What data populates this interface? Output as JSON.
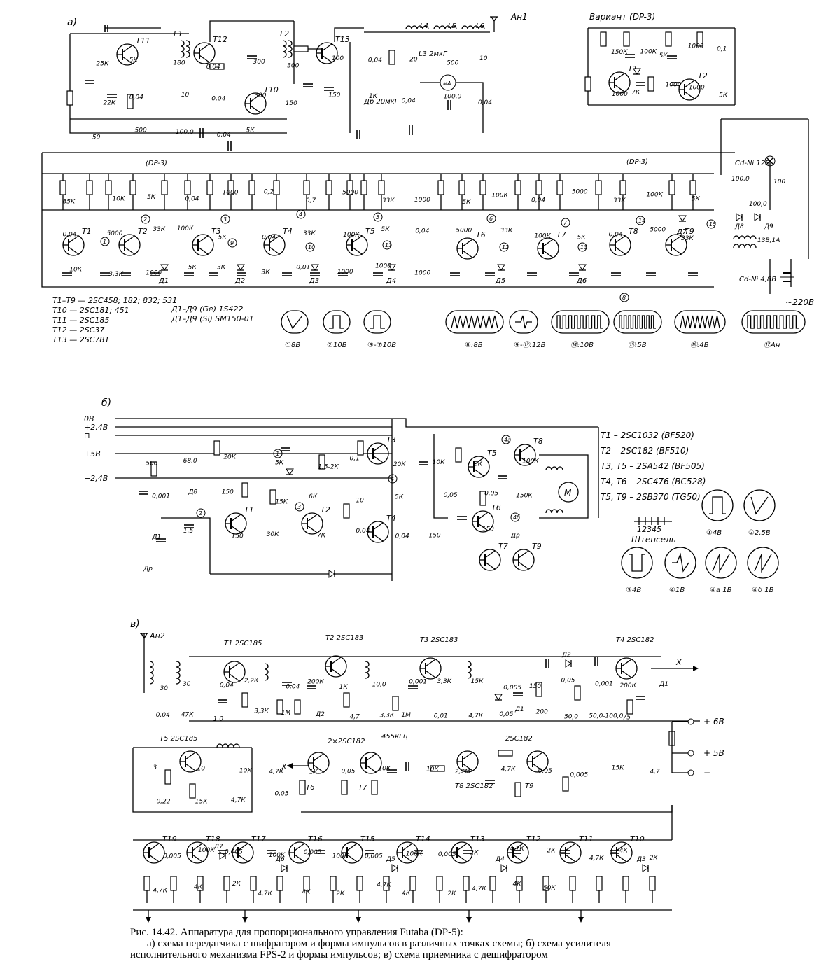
{
  "section_a": {
    "marker": "а)",
    "antenna": "Ан1",
    "variant": "Вариант (DP-3)",
    "dp3_a": "(DP-3)",
    "dp3_b": "(DP-3)",
    "transistors_rf": [
      "T11",
      "T12",
      "T10",
      "T13"
    ],
    "coils": [
      "L1",
      "L2",
      "L3 2мкГ",
      "L4",
      "L5",
      "L6",
      "Др 20мкГ"
    ],
    "labels": [
      "25К",
      "5К",
      "180",
      "0,04",
      "300",
      "300",
      "100",
      "0,04",
      "20",
      "500",
      "10",
      "22К",
      "0,04",
      "10",
      "0,04",
      "300",
      "150",
      "150",
      "1К",
      "0,04",
      "100,0",
      "0,04",
      "50",
      "500",
      "100,0",
      "0,04",
      "5К",
      "150К",
      "100К",
      "5К",
      "1000",
      "0,1",
      "1000",
      "7К",
      "1000",
      "1000",
      "5К",
      "85К",
      "10К",
      "5К",
      "0,04",
      "1000",
      "0,2",
      "0,7",
      "5000",
      "33К",
      "1000",
      "5К",
      "100К",
      "0,04",
      "5000",
      "33К",
      "100К",
      "5К",
      "0,04",
      "5000",
      "33К",
      "100К",
      "5К",
      "0,04",
      "33К",
      "100К",
      "5К",
      "0,04",
      "5000",
      "33К",
      "100К",
      "5К",
      "0,04",
      "5000",
      "33К",
      "10К",
      "3,3К",
      "1000",
      "5К",
      "3К",
      "3К",
      "0,01",
      "1000",
      "1000",
      "1000"
    ],
    "logic_t": [
      "T1",
      "T2",
      "T3",
      "T4",
      "T5",
      "T6",
      "T7",
      "T8",
      "T9"
    ],
    "variant_t": [
      "T1",
      "T2"
    ],
    "diodes": [
      "Д1",
      "Д2",
      "Д3",
      "Д4",
      "Д5",
      "Д6",
      "Д7",
      "Д8",
      "Д9"
    ],
    "power": [
      "Cd-Ni 12В",
      "100,0",
      "100,0",
      "100",
      "13В,1А",
      "Cd-Ni 4,8В",
      "~220В"
    ],
    "transistor_types": [
      "T1–T9 — 2SC458; 182; 832; 531",
      "T10 — 2SC181; 451",
      "T11 — 2SC185",
      "T12 — 2SC37",
      "T13 — 2SC781"
    ],
    "diode_types": [
      "Д1–Д9  (Ge) 1S422",
      "Д1–Д9  (Si) SM150-01"
    ],
    "waveforms": [
      {
        "tag": "①8В"
      },
      {
        "tag": "②10В"
      },
      {
        "tag": "③-⑦10В"
      },
      {
        "tag": "⑧:8В"
      },
      {
        "tag": "⑨-⑬:12В"
      },
      {
        "tag": "⑭:10В"
      },
      {
        "tag": "⑮:5В"
      },
      {
        "tag": "⑯:4В"
      },
      {
        "tag": "⑰Ан"
      }
    ]
  },
  "section_b": {
    "marker": "б)",
    "rails": [
      "0В",
      "+2,4В",
      "⊓",
      "+5В",
      "−2,4В"
    ],
    "labels": [
      "500",
      "68,0",
      "20К",
      "5К",
      "1,5-2К",
      "0,1",
      "20К",
      "10К",
      "8К",
      "100К",
      "0,001",
      "Д8",
      "150",
      "15К",
      "6К",
      "10",
      "5К",
      "0,05",
      "0,05",
      "150К",
      "Д1",
      "1,5",
      "150",
      "30К",
      "7К",
      "0,04",
      "0,04",
      "150",
      "150",
      "Др",
      "Др",
      "M"
    ],
    "transistors": [
      "T1",
      "T2",
      "T3",
      "T4",
      "T5",
      "T6",
      "T7",
      "T8",
      "T9"
    ],
    "types": [
      "T1 – 2SC1032 (BF520)",
      "T2 – 2SC182 (BF510)",
      "T3, T5 – 2SA542 (BF505)",
      "T4, T6 – 2SC476 (BC528)",
      "T5, T9 – 2SB370 (TG50)"
    ],
    "plug": "Штепсель",
    "plug_pins": "12345",
    "waveforms": [
      "①4В",
      "②2,5В",
      "③4В",
      "④1В",
      "④а 1В",
      "④б 1В"
    ]
  },
  "section_c": {
    "marker": "в)",
    "antenna": "Ан2",
    "top_t": [
      "T1 2SC185",
      "T2 2SC183",
      "T3 2SC183",
      "T4 2SC182"
    ],
    "t5": "T5 2SC185",
    "mid_t": [
      "2×2SC182",
      "T6",
      "T7",
      "T8 2SC182",
      "2SC182",
      "T9"
    ],
    "freq": "455кГц",
    "labels": [
      "30",
      "30",
      "0,04",
      "2,2К",
      "0,04",
      "200К",
      "1К",
      "10,0",
      "0,001",
      "3,3К",
      "15К",
      "0,005",
      "150",
      "0,05",
      "0,001",
      "200К",
      "Д1",
      "0,04",
      "47К",
      "1,0",
      "3,3К",
      "1М",
      "Д2",
      "4,7",
      "3,3К",
      "1М",
      "0,01",
      "4,7К",
      "0,05",
      "200",
      "50,0",
      "50,0-100,0",
      "75",
      "3",
      "10",
      "10К",
      "4,7К",
      "1К",
      "0,05",
      "10К",
      "10К",
      "2,2М",
      "4,7К",
      "0,05",
      "0,005",
      "15К",
      "4,7",
      "0,22",
      "15К",
      "4,7К",
      "0,05"
    ],
    "power": [
      "+ 6В",
      "+ 5В",
      "−"
    ],
    "out": "X",
    "in": "X",
    "decoder_t": [
      "T19",
      "T18",
      "T17",
      "T16",
      "T15",
      "T14",
      "T13",
      "T12",
      "T11",
      "T10"
    ],
    "decoder_d": [
      "Д7",
      "Д6",
      "Д5",
      "Д4",
      "Д3"
    ],
    "decoder_labels": [
      "0,005",
      "100К",
      "0,005",
      "100К",
      "0,005",
      "100К",
      "0,005",
      "100К",
      "0,005",
      "2К",
      "4,7К",
      "2К",
      "4,7К",
      "4К",
      "2К",
      "4,7К",
      "4К",
      "2К",
      "4,7К",
      "4К",
      "2К",
      "4,7К",
      "4К",
      "2К",
      "4,7К",
      "4К",
      "50К"
    ]
  },
  "caption": {
    "line1": "Рис. 14.42. Аппаратура для пропорционального управления Futaba (DP-5):",
    "line2": "а) схема передатчика с шифратором и формы импульсов в различных точках схемы; б) схема усилителя",
    "line3": "исполнительного механизма FPS-2 и формы импульсов; в) схема приемника с дешифратором"
  }
}
